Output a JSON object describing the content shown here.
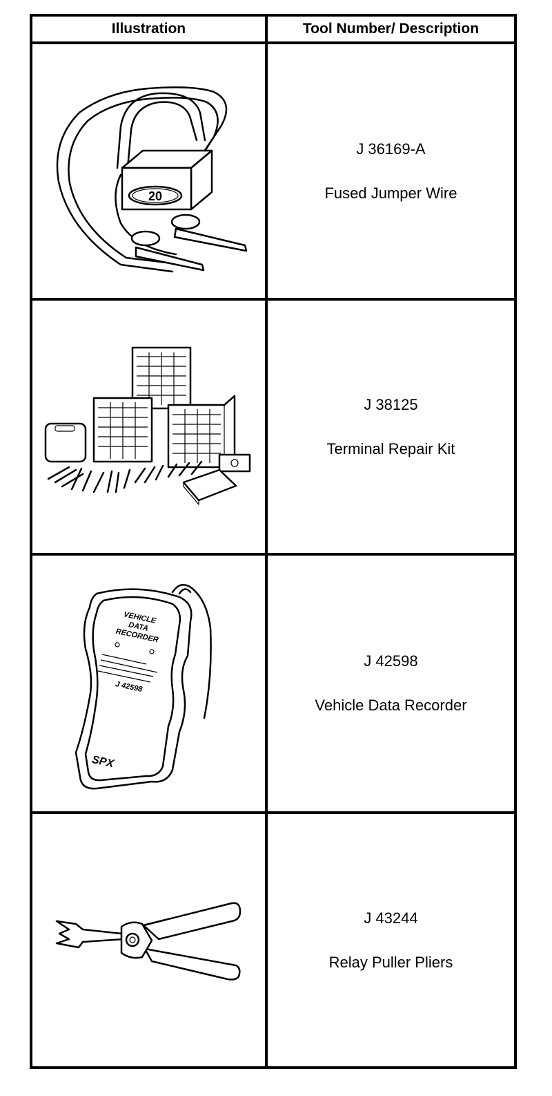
{
  "table": {
    "headers": {
      "illustration": "Illustration",
      "description": "Tool Number/ Description"
    },
    "rows": [
      {
        "tool_number": "J 36169-A",
        "name": "Fused Jumper Wire",
        "illustration": "fused-jumper-wire-illustration",
        "fuse_label": "20"
      },
      {
        "tool_number": "J 38125",
        "name": "Terminal Repair Kit",
        "illustration": "terminal-repair-kit-illustration"
      },
      {
        "tool_number": "J 42598",
        "name": "Vehicle Data Recorder",
        "illustration": "vehicle-data-recorder-illustration",
        "device_text": {
          "title_line1": "VEHICLE",
          "title_line2": "DATA",
          "title_line3": "RECORDER",
          "model": "J 42598",
          "brand": "SPX"
        }
      },
      {
        "tool_number": "J 43244",
        "name": "Relay Puller Pliers",
        "illustration": "relay-puller-pliers-illustration"
      }
    ]
  }
}
